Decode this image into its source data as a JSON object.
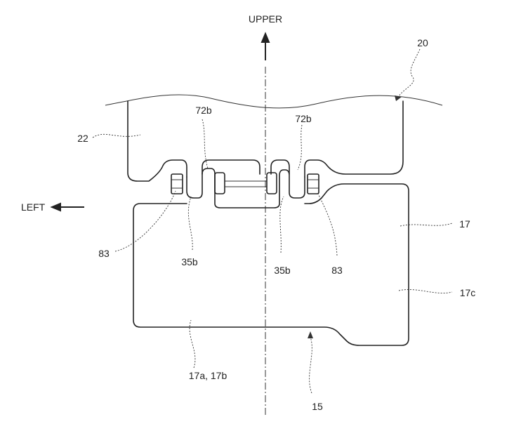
{
  "directions": {
    "upper": "UPPER",
    "left": "LEFT"
  },
  "labels": {
    "ref_20": "20",
    "ref_22": "22",
    "ref_72b_left": "72b",
    "ref_72b_right": "72b",
    "ref_17": "17",
    "ref_17c": "17c",
    "ref_83_left": "83",
    "ref_83_right": "83",
    "ref_35b_left": "35b",
    "ref_35b_right": "35b",
    "ref_17a_17b": "17a, 17b",
    "ref_15": "15"
  }
}
